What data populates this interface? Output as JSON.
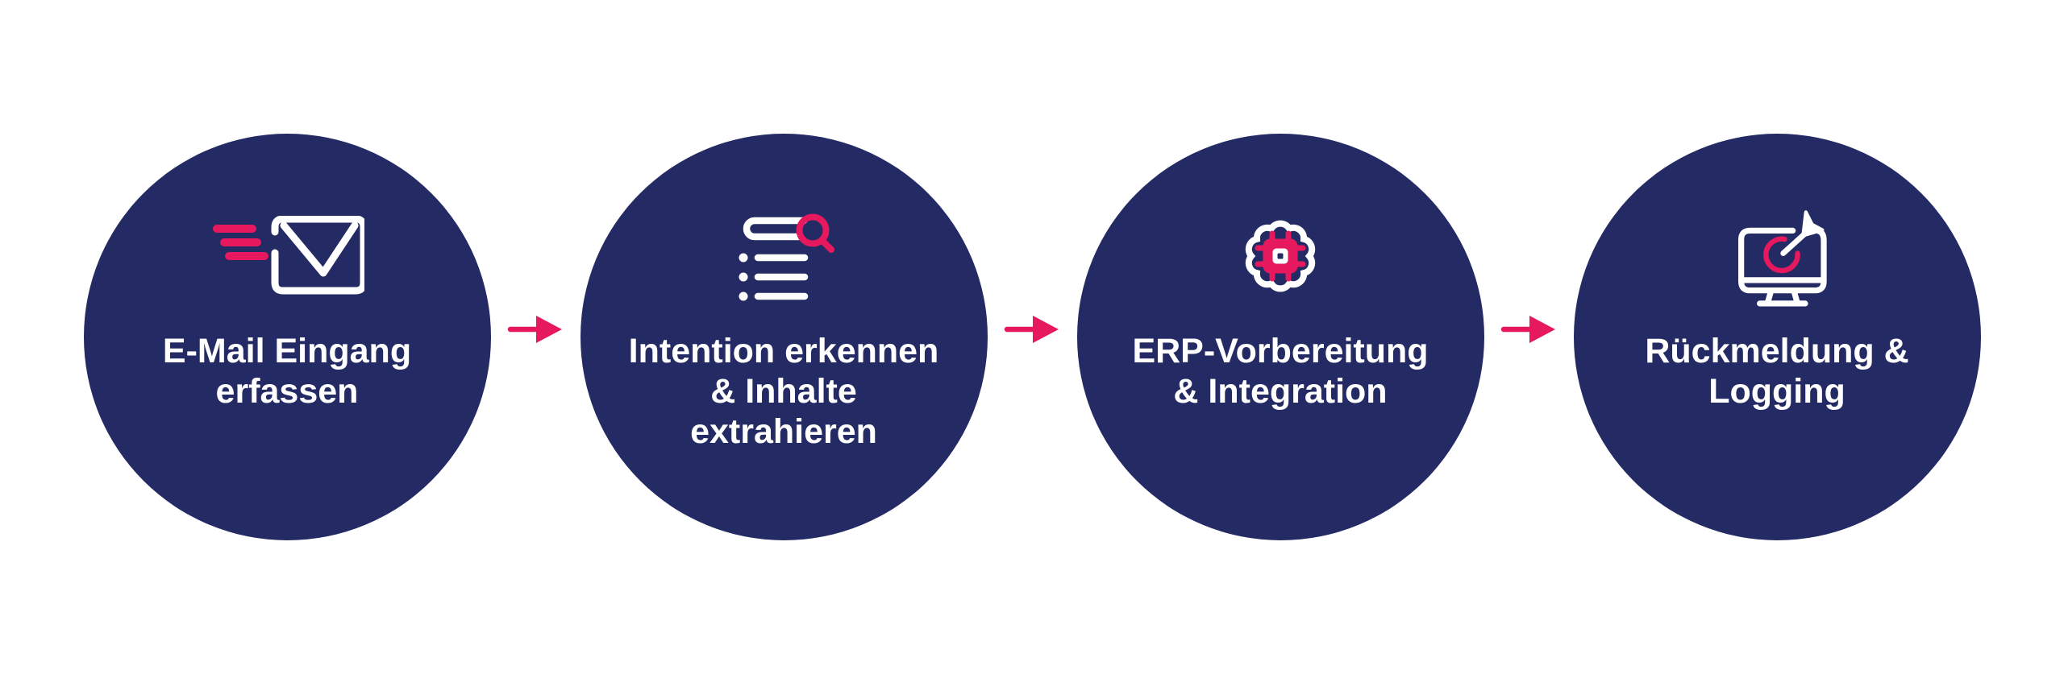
{
  "diagram": {
    "type": "process-flow",
    "background_color": "#ffffff",
    "circle_color": "#242a63",
    "accent_color": "#e6195e",
    "text_color": "#ffffff",
    "steps": [
      {
        "index": 1,
        "icon": "speeding-email-icon",
        "label": "E-Mail Eingang erfassen",
        "label_lines": [
          "E-Mail Eingang",
          "erfassen"
        ]
      },
      {
        "index": 2,
        "icon": "list-search-icon",
        "label": "Intention erkennen & Inhalte extrahieren",
        "label_lines": [
          "Intention erkennen",
          "& Inhalte",
          "extrahieren"
        ]
      },
      {
        "index": 3,
        "icon": "ai-chip-brain-icon",
        "label": "ERP-Vorbereitung & Integration",
        "label_lines": [
          "ERP-Vorbereitung",
          "& Integration"
        ]
      },
      {
        "index": 4,
        "icon": "monitor-target-dart-icon",
        "label": "Rückmeldung & Logging",
        "label_lines": [
          "Rückmeldung &",
          "Logging"
        ]
      }
    ],
    "connectors": [
      {
        "from": 1,
        "to": 2,
        "icon": "arrow-right-icon"
      },
      {
        "from": 2,
        "to": 3,
        "icon": "arrow-right-icon"
      },
      {
        "from": 3,
        "to": 4,
        "icon": "arrow-right-icon"
      }
    ]
  }
}
